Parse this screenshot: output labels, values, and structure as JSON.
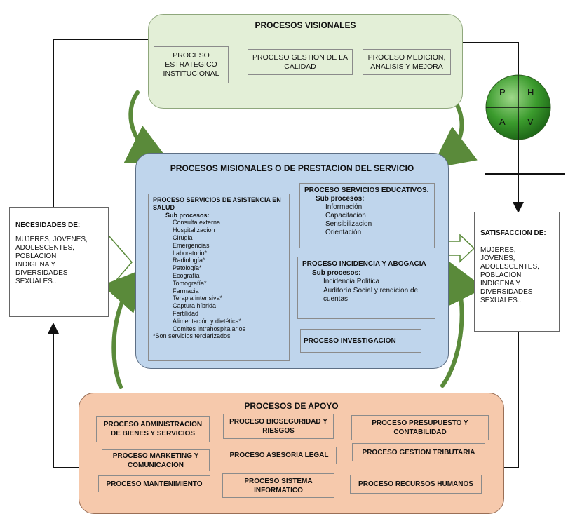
{
  "visionales": {
    "title": "PROCESOS VISIONALES",
    "items": [
      "PROCESO ESTRATEGICO INSTITUCIONAL",
      "PROCESO GESTION DE LA CALIDAD",
      "PROCESO MEDICION, ANALISIS Y MEJORA"
    ]
  },
  "misionales": {
    "title": "PROCESOS MISIONALES  O DE PRESTACION DEL SERVICIO",
    "asistencia": {
      "title": "PROCESO SERVICIOS DE ASISTENCIA EN SALUD",
      "sub_title": "Sub procesos:",
      "items": [
        "Consulta externa",
        "Hospitalizacion",
        "Cirugia",
        "Emergencias",
        "Laboratorio*",
        "Radiología*",
        "Patología*",
        "Ecografía",
        "Tomografía*",
        "Farmacia",
        "Terapia intensiva*",
        "Captura híbrida",
        "Fertilidad",
        "Alimentación y dietética*",
        "Comites Intrahospitalarios"
      ],
      "note": "*Son servicios terciarizados"
    },
    "educativos": {
      "title": "PROCESO SERVICIOS EDUCATIVOS.",
      "sub_title": "Sub procesos:",
      "items": [
        "Información",
        "Capacitacion",
        "Sensibilizacion",
        "Orientación"
      ]
    },
    "incidencia": {
      "title": "PROCESO INCIDENCIA Y ABOGACIA",
      "sub_title": "Sub procesos:",
      "items": [
        "Incidencia Politica",
        "Auditoría Social y rendicion de cuentas"
      ]
    },
    "investigacion": {
      "title": "PROCESO INVESTIGACION"
    }
  },
  "apoyo": {
    "title": "PROCESOS DE APOYO",
    "items": [
      "PROCESO ADMINISTRACION DE BIENES Y SERVICIOS",
      "PROCESO BIOSEGURIDAD Y RIESGOS",
      "PROCESO  PRESUPUESTO Y CONTABILIDAD",
      "PROCESO MARKETING Y COMUNICACION",
      "PROCESO ASESORIA LEGAL",
      "PROCESO GESTION TRIBUTARIA",
      "PROCESO MANTENIMIENTO",
      "PROCESO SISTEMA INFORMATICO",
      "PROCESO RECURSOS HUMANOS"
    ]
  },
  "necesidades": {
    "title": "NECESIDADES DE:",
    "lines": [
      "MUJERES, JOVENES,",
      "ADOLESCENTES,",
      "POBLACION",
      "INDIGENA Y",
      "DIVERSIDADES",
      "SEXUALES.."
    ]
  },
  "satisfaccion": {
    "title": "SATISFACCION DE:",
    "lines": [
      "MUJERES,",
      "JOVENES,",
      "ADOLESCENTES,",
      "POBLACION",
      "INDIGENA Y",
      "DIVERSIDADES",
      "SEXUALES.."
    ]
  },
  "phva": {
    "p": "P",
    "h": "H",
    "a": "A",
    "v": "V"
  },
  "colors": {
    "green_arrow": "#5a8a3a",
    "visional_fill": "#e3efd7",
    "misional_fill": "#bfd5ec",
    "apoyo_fill": "#f6c9ac"
  }
}
